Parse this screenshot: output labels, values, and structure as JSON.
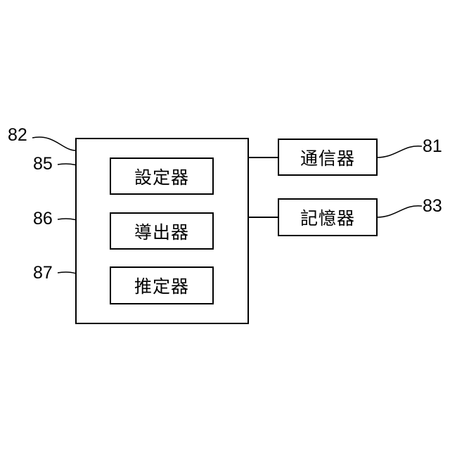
{
  "diagram": {
    "controller": {
      "ref": "82"
    },
    "components": [
      {
        "ref": "85",
        "label": "設定器"
      },
      {
        "ref": "86",
        "label": "導出器"
      },
      {
        "ref": "87",
        "label": "推定器"
      }
    ],
    "peripherals": [
      {
        "ref": "81",
        "label": "通信器"
      },
      {
        "ref": "83",
        "label": "記憶器"
      }
    ]
  }
}
